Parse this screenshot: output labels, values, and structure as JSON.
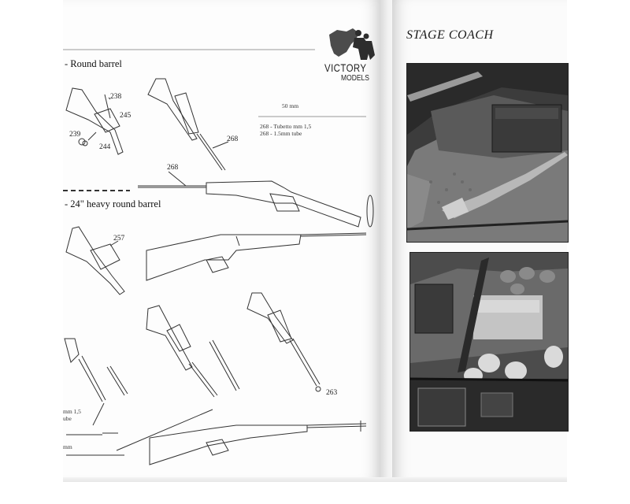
{
  "left_page": {
    "section1_heading": "- Round barrel",
    "section2_heading": "- 24\" heavy round barrel",
    "parts": {
      "p238": "238",
      "p245": "245",
      "p239": "239",
      "p244": "244",
      "p268a": "268",
      "p268b": "268",
      "p257": "257",
      "p263": "263"
    },
    "measure_label": "50 mm",
    "tube_note_it": "268 - Tubetto mm 1,5",
    "tube_note_en": "268 - 1.5mm tube",
    "partial_note1": "mm 1,5",
    "partial_note2": "ube",
    "partial_note3": "mm"
  },
  "logo": {
    "name": "VICTORY",
    "subtitle": "MODELS"
  },
  "right_page": {
    "title": "STAGE COACH"
  }
}
